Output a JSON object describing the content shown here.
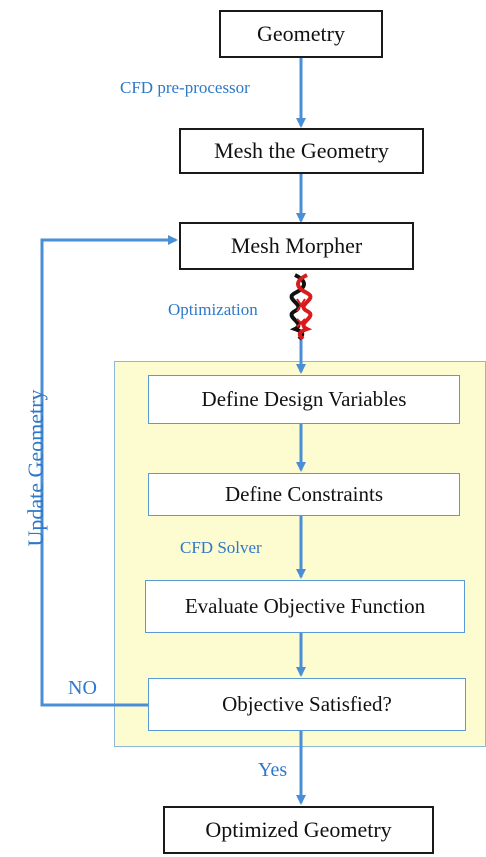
{
  "nodes": {
    "geometry": "Geometry",
    "mesh": "Mesh the Geometry",
    "morpher": "Mesh Morpher",
    "design_vars": "Define Design Variables",
    "constraints": "Define Constraints",
    "evaluate": "Evaluate Objective Function",
    "satisfied": "Objective Satisfied?",
    "optimized": "Optimized Geometry"
  },
  "edge_labels": {
    "pre_processor": "CFD pre-processor",
    "optimization": "Optimization",
    "solver": "CFD Solver",
    "no": "NO",
    "yes": "Yes",
    "update_geometry": "Update Geometry"
  },
  "colors": {
    "arrow": "#4a8fd6",
    "label": "#2e78c8",
    "panel_fill": "#fdfbd0",
    "box_border": "#1a1a1a",
    "inner_border": "#5a9bd5"
  },
  "icons": [
    "twisted-link-icon"
  ]
}
